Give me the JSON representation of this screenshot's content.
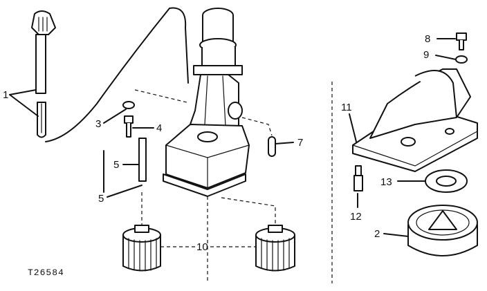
{
  "figure_id": "T26584",
  "callouts": {
    "c1": "1",
    "c2": "2",
    "c3": "3",
    "c4": "4",
    "c5a": "5",
    "c5b": "5",
    "c7": "7",
    "c8": "8",
    "c9": "9",
    "c10": "10",
    "c11": "11",
    "c12": "12",
    "c13": "13"
  }
}
